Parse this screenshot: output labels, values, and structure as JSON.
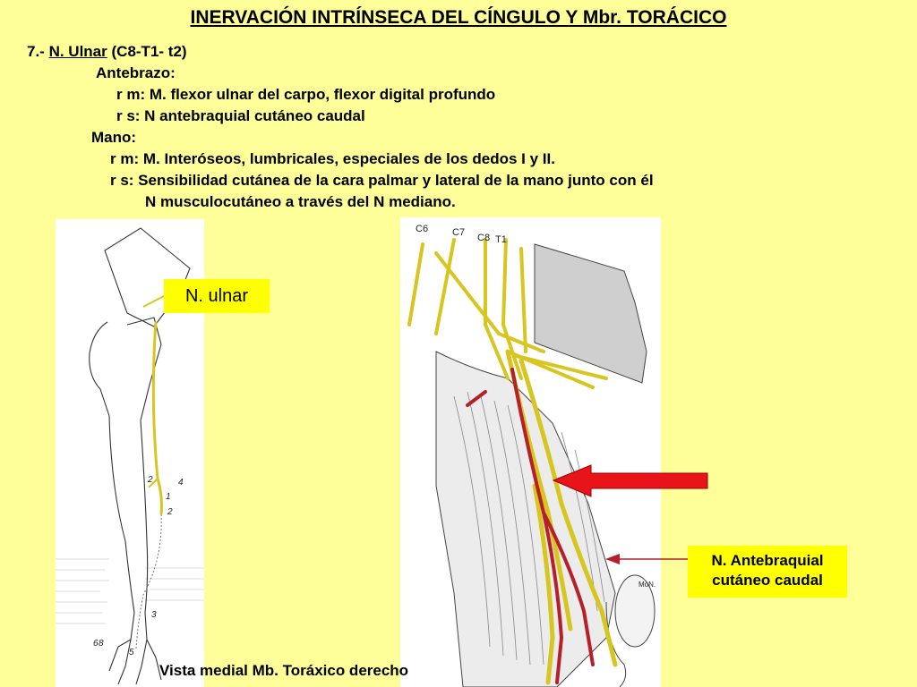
{
  "title": "INERVACIÓN  INTRÍNSECA DEL CÍNGULO Y  Mbr. TORÁCICO",
  "section": {
    "number": "7.-",
    "nerve": "N. Ulnar",
    "roots": "(C8-T1- t2)"
  },
  "lines": [
    "Antebrazo:",
    "r m: M. flexor ulnar del carpo, flexor digital profundo",
    "r s:  N antebraquial cutáneo caudal",
    "Mano:",
    "r m:  M. Interóseos, lumbricales, especiales de los dedos I y II.",
    "r s:  Sensibilidad cutánea de la cara palmar y lateral de la mano junto con él",
    "N musculocutáneo a través del N mediano."
  ],
  "labels": {
    "ulnar": "N. ulnar",
    "antebraquial_line1": "N. Antebraquial",
    "antebraquial_line2": "cutáneo caudal"
  },
  "caption": "Vista medial Mb. Toráxico derecho",
  "figure_left_marks": [
    "4",
    "2",
    "1",
    "2",
    "3",
    "6",
    "8",
    "5"
  ],
  "figure_right_marks": [
    "C6",
    "C7",
    "C8",
    "T1",
    "MoN."
  ],
  "colors": {
    "background": "#ffff99",
    "label_bg": "#ffff00",
    "nerve": "#d8c620",
    "artery": "#b5202a",
    "arrow": "#e8141a"
  }
}
